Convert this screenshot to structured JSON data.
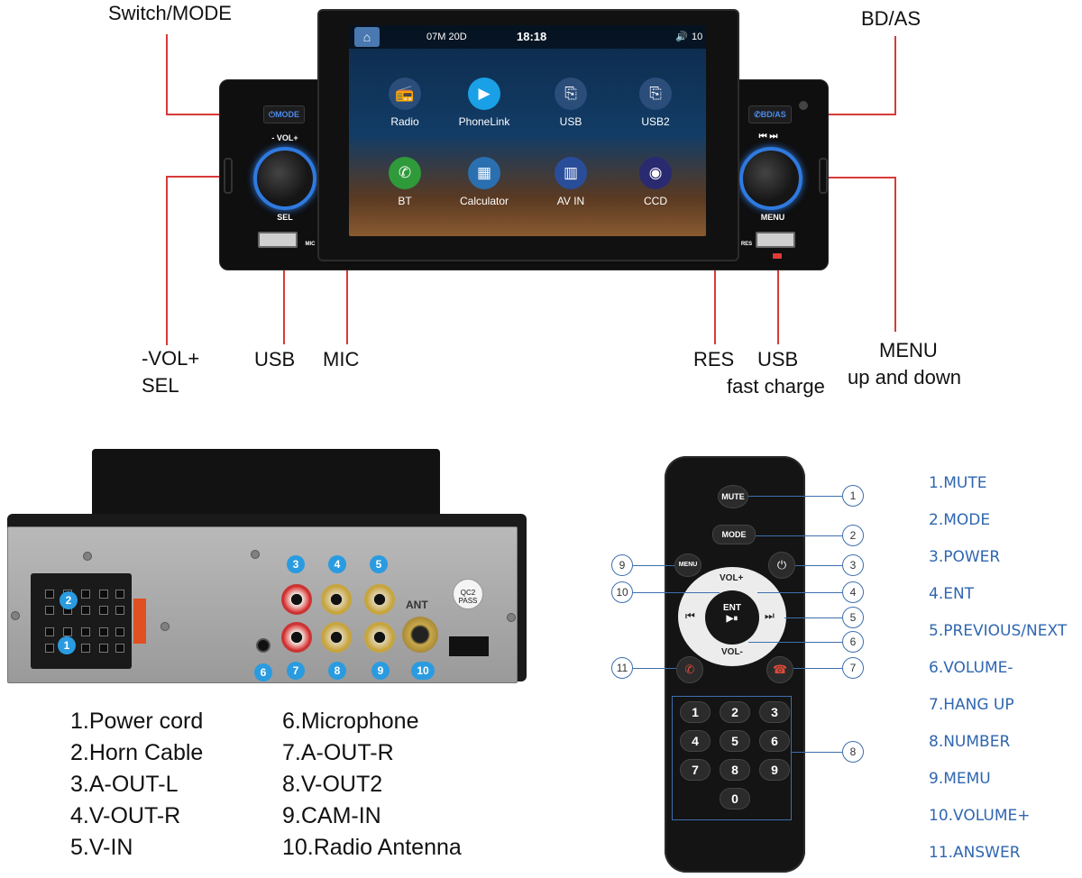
{
  "head_unit": {
    "callouts": {
      "switch_mode": "Switch/MODE",
      "bd_as": "BD/AS",
      "vol_sel_1": "-VOL+",
      "vol_sel_2": "SEL",
      "usb": "USB",
      "mic": "MIC",
      "res": "RES",
      "usb_fast_1": "USB",
      "usb_fast_2": "fast charge",
      "menu_1": "MENU",
      "menu_2": "up and down"
    },
    "panel_labels": {
      "mode_btn": "MODE",
      "vol": "- VOL+",
      "sel": "SEL",
      "mic": "MIC",
      "bd_as_btn": "BD/AS",
      "prev_next": "⏮ ⏭",
      "menu": "MENU",
      "res": "RES"
    },
    "screen": {
      "date": "07M 20D",
      "time": "18:18",
      "volume": "10",
      "apps": [
        {
          "label": "Radio",
          "icon": "radio-icon",
          "color": "#2a4d7a",
          "glyph": "📻"
        },
        {
          "label": "PhoneLink",
          "icon": "phonelink-icon",
          "color": "#1aa0e6",
          "glyph": "▶"
        },
        {
          "label": "USB",
          "icon": "usb-icon",
          "color": "#2a4d7a",
          "glyph": "⎘"
        },
        {
          "label": "USB2",
          "icon": "usb2-icon",
          "color": "#2a4d7a",
          "glyph": "⎘"
        },
        {
          "label": "BT",
          "icon": "bt-phone-icon",
          "color": "#2f9a3a",
          "glyph": "✆"
        },
        {
          "label": "Calculator",
          "icon": "calculator-icon",
          "color": "#2a6fb0",
          "glyph": "▦"
        },
        {
          "label": "AV IN",
          "icon": "av-in-icon",
          "color": "#2a4d9a",
          "glyph": "▥"
        },
        {
          "label": "CCD",
          "icon": "ccd-camera-icon",
          "color": "#2a2a70",
          "glyph": "◉"
        }
      ]
    }
  },
  "rear_panel": {
    "badges": [
      "1",
      "2",
      "3",
      "4",
      "5",
      "6",
      "7",
      "8",
      "9",
      "10"
    ],
    "qc_sticker": "QC2 PASS",
    "ant_text": "ANT",
    "legend_left": [
      "1.Power cord",
      "2.Horn Cable",
      "3.A-OUT-L",
      "4.V-OUT-R",
      "5.V-IN"
    ],
    "legend_right": [
      "6.Microphone",
      "7.A-OUT-R",
      "8.V-OUT2",
      "9.CAM-IN",
      "10.Radio Antenna"
    ]
  },
  "remote": {
    "buttons": {
      "mute": "MUTE",
      "mode": "MODE",
      "menu": "MENU",
      "power": "⏻",
      "vol_plus": "VOL+",
      "vol_minus": "VOL-",
      "ent": "ENT",
      "play": "▶⏸",
      "prev": "⏮",
      "next": "⏭",
      "answer": "✆",
      "hangup": "☎"
    },
    "numbers": [
      "1",
      "2",
      "3",
      "4",
      "5",
      "6",
      "7",
      "8",
      "9",
      "0"
    ],
    "callout_numbers": [
      "1",
      "2",
      "3",
      "4",
      "5",
      "6",
      "7",
      "8",
      "9",
      "10",
      "11"
    ],
    "legend": [
      "1.MUTE",
      "2.MODE",
      "3.POWER",
      "4.ENT",
      "5.PREVIOUS/NEXT",
      "6.VOLUME-",
      "7.HANG UP",
      "8.NUMBER",
      "9.MEMU",
      "10.VOLUME+",
      "11.ANSWER"
    ]
  }
}
